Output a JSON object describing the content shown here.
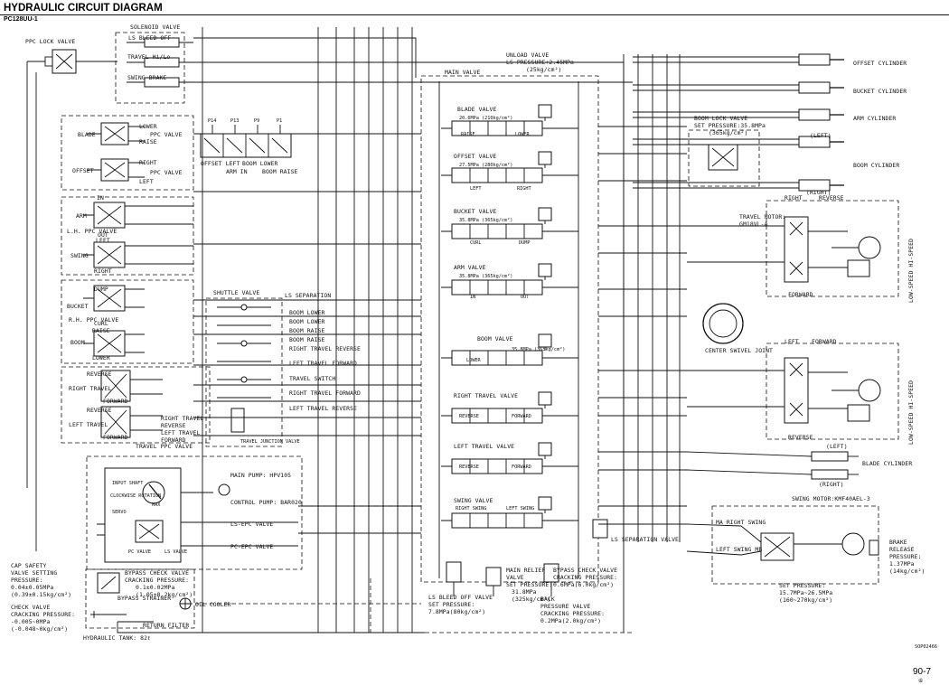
{
  "header": {
    "title": "HYDRAULIC CIRCUIT DIAGRAM",
    "model": "PC128UU-1"
  },
  "footer": {
    "page_number": "90-7",
    "page_mark": "⑥",
    "figure_code": "SOP02466"
  },
  "left_components": {
    "ppc_lock_valve": "PPC LOCK VALVE",
    "solenoid_valve": "SOLENOID VALVE",
    "ls_bleed_off": "LS BLEED-OFF",
    "travel_hilo": "TRAVEL Hi/Lo",
    "swing_brake": "SWING BRAKE",
    "blade": "BLADE",
    "blade_lower": "LOWER",
    "blade_raise": "RAISE",
    "blade_ppc_valve": "PPC VALVE",
    "offset": "OFFSET",
    "offset_right": "RIGHT",
    "offset_left": "LEFT",
    "offset_ppc_valve": "PPC VALVE",
    "arm": "ARM",
    "arm_in": "IN",
    "arm_out": "OUT",
    "lh_ppc_valve": "L.H. PPC VALVE",
    "swing": "SWING",
    "swing_left": "LEFT",
    "swing_right": "RIGHT",
    "bucket": "BUCKET",
    "dump": "DUMP",
    "curl": "CURL",
    "rh_ppc_valve": "R.H. PPC VALVE",
    "boom": "BOOM",
    "boom_raise": "RAISE",
    "boom_lower": "LOWER",
    "right_travel": "RIGHT TRAVEL",
    "left_travel": "LEFT TRAVEL",
    "reverse": "REVERSE",
    "forward": "FORWARD",
    "travel_ppc_valve": "TRAVEL PPC VALVE",
    "offset_in_group": [
      "OFFSET LEFT",
      "ARM IN",
      "BOOM LOWER",
      "BOOM RAISE"
    ],
    "port_labels": [
      "P14",
      "P13",
      "P9",
      "P1"
    ]
  },
  "shuttle": {
    "shuttle_valve": "SHUTTLE VALVE",
    "ls_separation": "LS SEPARATION",
    "boom_lower_1": "BOOM LOWER",
    "boom_lower_2": "BOOM LOWER",
    "boom_raise_1": "BOOM RAISE",
    "boom_raise_2": "BOOM RAISE",
    "right_travel_reverse": "RIGHT TRAVEL REVERSE",
    "left_travel_forward": "LEFT TRAVEL FORWARD",
    "travel_switch": "TRAVEL SWITCH",
    "right_travel_forward": "RIGHT TRAVEL FORWARD",
    "left_travel_reverse": "LEFT TRAVEL REVERSE",
    "rt_reverse_lt_forward": [
      "RIGHT TRAVEL",
      "REVERSE",
      "LEFT TRAVEL",
      "FORWARD"
    ],
    "travel_junction_valve": "TRAVEL JUNCTION VALVE"
  },
  "pump_area": {
    "main_pump": "MAIN PUMP: HPV105",
    "control_pump": "CONTROL PUMP: BAR020",
    "ls_epc_valve": "LS-EPC VALVE",
    "pc_epc_valve": "PC-EPC VALVE",
    "input_shaft": "INPUT SHAFT",
    "clockwise_rotation": "CLOCKWISE ROTATION",
    "max": "MAX",
    "pc_valve": "PC VALVE",
    "ls_valve": "LS VALVE",
    "servo": "SERVO",
    "cap_safety": [
      "CAP SAFETY",
      "VALVE SETTING",
      "PRESSURE:",
      "0.04±0.05MPa",
      "(0.39±0.15kg/cm²)"
    ],
    "check_valve": [
      "CHECK VALVE",
      "CRACKING PRESSURE:",
      "-0.005~0MPa",
      "(-0.048~0kg/cm²)"
    ],
    "bypass_check_valve": [
      "BYPASS CHECK VALVE",
      "CRACKING PRESSURE:",
      "0.1±0.02MPa",
      "(1.05±0.2kg/cm²)"
    ],
    "bypass_strainer": "BYPASS STRAINER",
    "oil_cooler": "OIL COOLER",
    "return_filter": "RETURN FILTER",
    "hydraulic_tank": "HYDRAULIC TANK: 82ℓ"
  },
  "main_valve": {
    "title": "MAIN VALVE",
    "unload_valve": [
      "UNLOAD VALVE",
      "LS PRESSURE+2.45MPa",
      "(25kg/cm²)"
    ],
    "blade_valve": "BLADE VALVE",
    "blade_relief": "20.6MPa (210kg/cm²)",
    "offset_valve": "OFFSET VALVE",
    "offset_relief": "27.5MPa (280kg/cm²)",
    "bucket_valve": "BUCKET VALVE",
    "bucket_relief": "35.8MPa (365kg/cm²)",
    "arm_valve": "ARM VALVE",
    "arm_relief": "35.8MPa (365kg/cm²)",
    "boom_valve": "BOOM VALVE",
    "boom_relief": "35.8MPa (365kg/cm²)",
    "right_travel_valve": "RIGHT TRAVEL VALVE",
    "left_travel_valve": "LEFT TRAVEL VALVE",
    "swing_valve": "SWING VALVE",
    "spool_labels": {
      "raise": "RAISE",
      "lower": "LOWER",
      "left": "LEFT",
      "right": "RIGHT",
      "curl": "CURL",
      "dump": "DUMP",
      "in": "IN",
      "out": "OUT",
      "reverse": "REVERSE",
      "forward": "FORWARD",
      "right_swing": "RIGHT SWING",
      "left_swing": "LEFT SWING"
    },
    "ls_separation_valve": "LS SEPARATION VALVE",
    "ls_bleed_off_valve": [
      "LS BLEED OFF VALVE",
      "SET PRESSURE:",
      "7.8MPa(80kg/cm²)"
    ],
    "main_relief_valve": [
      "MAIN RELIEF",
      "VALVE",
      "SET PRESSURE:",
      "31.8MPa",
      "(325kg/cm²)"
    ],
    "bypass_check_valve_2": [
      "BYPASS CHECK VALVE",
      "CRACKING PRESSURE:",
      "0.6MPa(6.0kg/cm²)"
    ],
    "back_pressure_valve": [
      "BACK",
      "PRESSURE VALVE",
      "CRACKING PRESSURE:",
      "0.2MPa(2.0kg/cm²)"
    ]
  },
  "right_components": {
    "offset_cylinder": "OFFSET CYLINDER",
    "bucket_cylinder": "BUCKET CYLINDER",
    "arm_cylinder": "ARM CYLINDER",
    "boom_cylinder": "BOOM CYLINDER",
    "boom_left": "(LEFT)",
    "boom_right": "(RIGHT)",
    "boom_lock_valve": [
      "BOOM LOCK VALVE",
      "SET PRESSURE:35.8MPa",
      "(365kg/cm²)"
    ],
    "travel_motor": [
      "TRAVEL MOTOR:",
      "GM18VL-A"
    ],
    "right_label": "RIGHT",
    "reverse_label": "REVERSE",
    "forward_label": "FORWARD",
    "left_label": "LEFT",
    "center_swivel_joint": "CENTER SWIVEL JOINT",
    "low_hi_speed": "LOW-SPEED HI-SPEED",
    "blade_cylinder": "BLADE CYLINDER",
    "blade_left": "(LEFT)",
    "blade_right": "(RIGHT)",
    "swing_motor": "SWING MOTOR:KMF40AEL-3",
    "ma_right_swing": "MA RIGHT SWING",
    "left_swing_mb": "LEFT SWING MB",
    "swing_set_pressure": [
      "SET PRESSURE:",
      "15.7MPa~26.5MPa",
      "(160~270kg/cm²)"
    ],
    "brake_release": [
      "BRAKE",
      "RELEASE",
      "PRESSURE:",
      "1.37MPa",
      "(14kg/cm²)"
    ]
  }
}
